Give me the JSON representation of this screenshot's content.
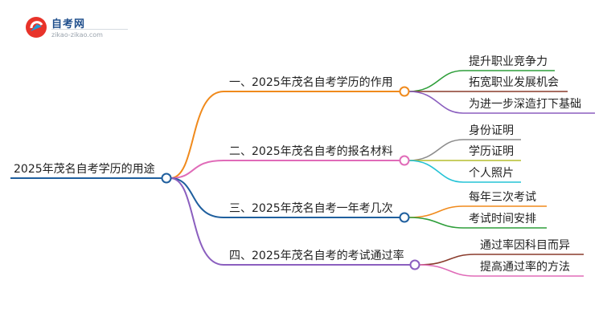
{
  "logo": {
    "title": "自考网",
    "subtitle": "zikao-zikao.com"
  },
  "mindmap": {
    "root": "2025年茂名自考学历的用途",
    "branches": [
      {
        "label": "一、2025年茂名自考学历的作用",
        "color": "#f08a1c",
        "children": [
          {
            "label": "提升职业竞争力",
            "color": "#2e9e3a"
          },
          {
            "label": "拓宽职业发展机会",
            "color": "#8a3b2c"
          },
          {
            "label": "为进一步深造打下基础",
            "color": "#8b5fbf"
          }
        ]
      },
      {
        "label": "二、2025年茂名自考的报名材料",
        "color": "#e06bb8",
        "children": [
          {
            "label": "身份证明",
            "color": "#8c8c8c"
          },
          {
            "label": "学历证明",
            "color": "#b5bd2e"
          },
          {
            "label": "个人照片",
            "color": "#25c3d6"
          }
        ]
      },
      {
        "label": "三、2025年茂名自考一年考几次",
        "color": "#1f5f9e",
        "children": [
          {
            "label": "每年三次考试",
            "color": "#f08a1c"
          },
          {
            "label": "考试时间安排",
            "color": "#2e9e3a"
          }
        ]
      },
      {
        "label": "四、2025年茂名自考的考试通过率",
        "color": "#8b5fbf",
        "children": [
          {
            "label": "通过率因科目而异",
            "color": "#8a3b2c"
          },
          {
            "label": "提高通过率的方法",
            "color": "#e06bb8"
          }
        ]
      }
    ],
    "root_color": "#1f5f9e"
  }
}
